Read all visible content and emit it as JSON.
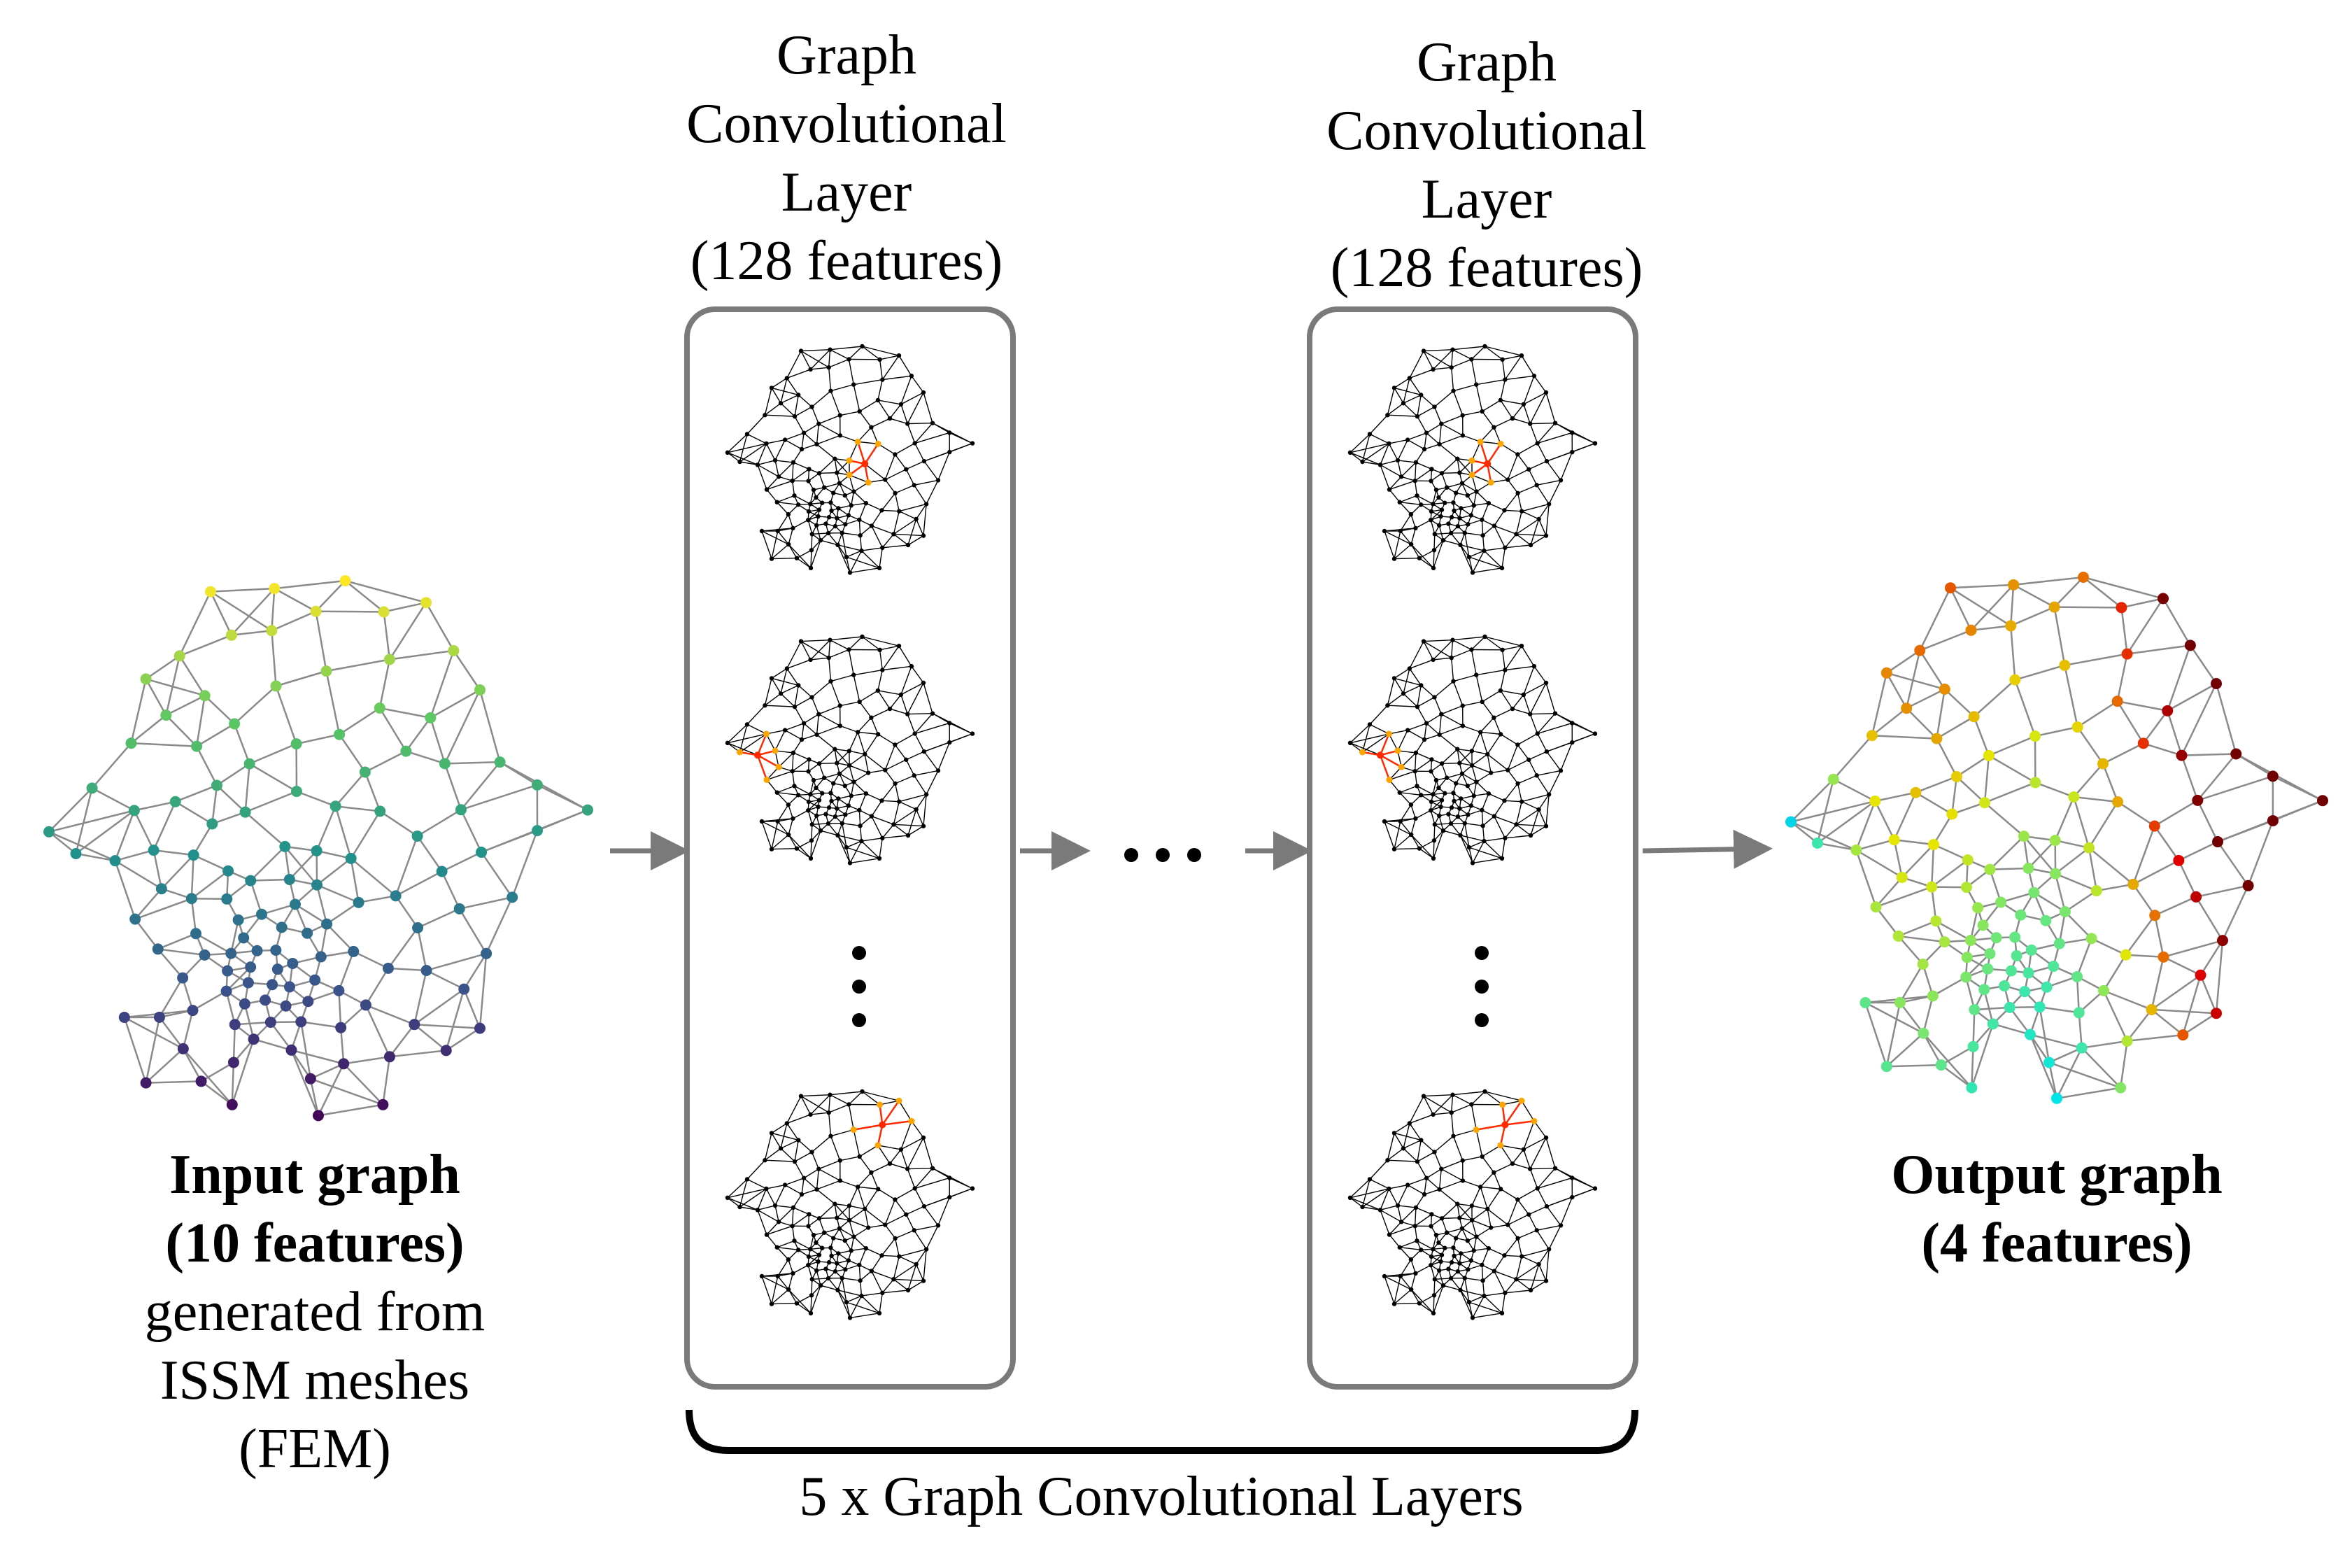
{
  "input": {
    "title": "Input graph",
    "features": "(10 features)",
    "desc": [
      "generated from",
      "ISSM meshes",
      "(FEM)"
    ]
  },
  "layer1": {
    "lines": [
      "Graph",
      "Convolutional",
      "Layer",
      "(128 features)"
    ]
  },
  "layer2": {
    "lines": [
      "Graph",
      "Convolutional",
      "Layer",
      "(128 features)"
    ]
  },
  "output": {
    "title": "Output graph",
    "features": "(4 features)"
  },
  "bracket_label": "5 x Graph Convolutional Layers",
  "colors": {
    "arrow": "#7a7a7a",
    "box": "#7a7a7a",
    "mesh": "#000000",
    "highlight": "#ff2a00",
    "highlight_node": "#ffa500"
  }
}
